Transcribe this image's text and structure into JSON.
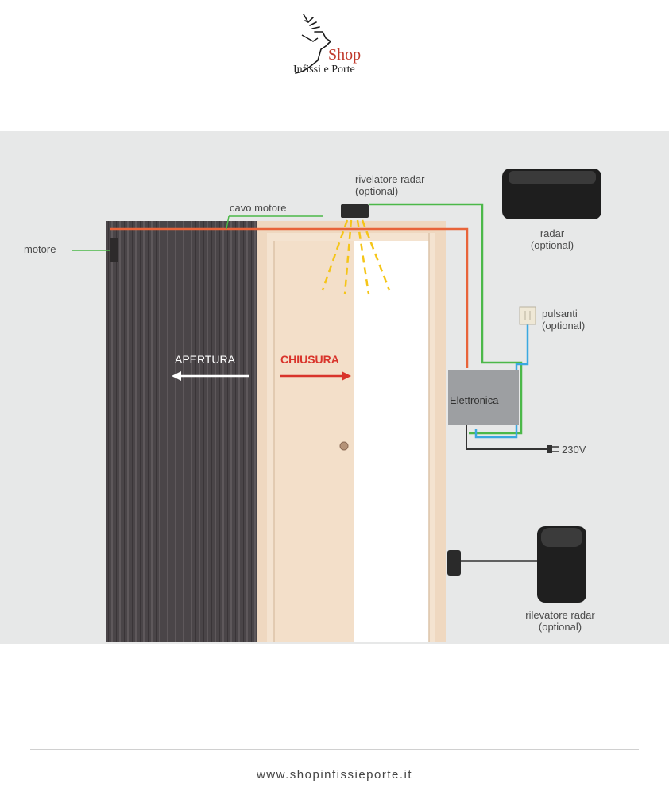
{
  "logo": {
    "brand": "Shop",
    "subtitle": "Infissi e Porte"
  },
  "diagram": {
    "labels": {
      "motore": "motore",
      "cavo_motore": "cavo motore",
      "rivelatore_radar_line1": "rivelatore radar",
      "rivelatore_radar_line2": "(optional)",
      "radar_line1": "radar",
      "radar_line2": "(optional)",
      "pulsanti_line1": "pulsanti",
      "pulsanti_line2": "(optional)",
      "apertura": "APERTURA",
      "chiusura": "CHIUSURA",
      "elettronica": "Elettronica",
      "voltage": "230V",
      "rilevatore_radar_line1": "rilevatore radar",
      "rilevatore_radar_line2": "(optional)"
    },
    "colors": {
      "motor_cable": "#e8643a",
      "green_wire": "#4cb849",
      "blue_wire": "#3aa8e0",
      "black_wire": "#333333",
      "radar_beam": "#f5c518",
      "apertura_arrow": "#ffffff",
      "chiusura_arrow": "#d9342b",
      "door_panel": "#f0d9c0",
      "folding_door": "#4a4548",
      "electronics_box": "#9d9fa2"
    }
  },
  "footer": {
    "url": "www.shopinfissieporte.it"
  }
}
